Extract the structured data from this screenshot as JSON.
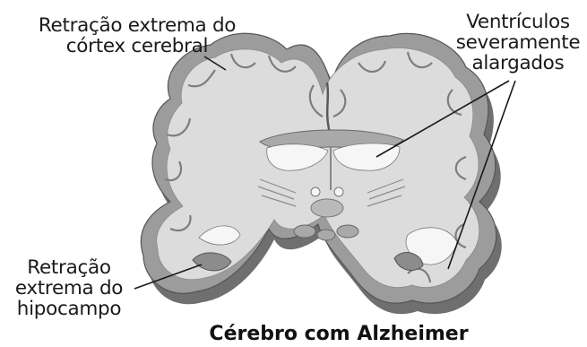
{
  "labels": {
    "cortex": [
      "Retração extrema do",
      "córtex cerebral"
    ],
    "ventricles": [
      "Ventrículos",
      "severamente",
      "alargados"
    ],
    "hippocampus": [
      "Retração",
      "extrema do",
      "hipocampo"
    ]
  },
  "caption": "Cérebro com Alzheimer",
  "colors": {
    "tissue_outer": "#9c9c9c",
    "tissue_inner": "#dcdcdc",
    "ventricle": "#f6f6f6",
    "shadow": "#6f6f6f",
    "text": "#1a1a1a"
  }
}
